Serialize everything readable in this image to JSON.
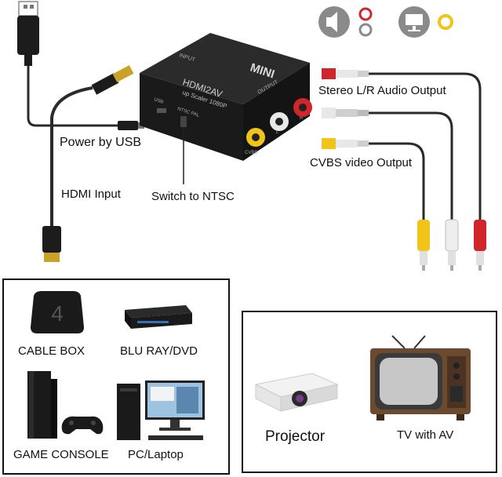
{
  "converter": {
    "brand": "MINI",
    "model": "HDMI2AV",
    "subtitle": "up Scaler 1080P",
    "input_port_label": "INPUT",
    "output_port_label": "OUTPUT",
    "power_port_label": "USB",
    "switch_label": "NTSC PAL",
    "cvbs_port_label": "CVBS",
    "l_port_label": "L",
    "r_port_label": "R"
  },
  "annotations": {
    "power": "Power by USB",
    "hdmi_input": "HDMI Input",
    "switch": "Switch to NTSC",
    "audio_output": "Stereo L/R Audio Output",
    "video_output": "CVBS video Output"
  },
  "top_icons": [
    "speaker-icon",
    "rca-red-white-icon",
    "monitor-icon",
    "rca-yellow-icon"
  ],
  "colors": {
    "red_plug": "#d0262b",
    "white_plug": "#e8e8e8",
    "yellow_plug": "#f0c419",
    "cable": "#2a2a2a",
    "device_black": "#1a1a1a"
  },
  "sources": {
    "items": [
      {
        "label": "CABLE BOX",
        "icon": "cable-box-icon"
      },
      {
        "label": "BLU RAY/DVD",
        "icon": "bluray-player-icon"
      },
      {
        "label": "GAME CONSOLE",
        "icon": "game-console-icon"
      },
      {
        "label": "PC/Laptop",
        "icon": "pc-icon"
      }
    ]
  },
  "displays": {
    "items": [
      {
        "label": "Projector",
        "icon": "projector-icon"
      },
      {
        "label": "TV with AV",
        "icon": "tv-icon"
      }
    ]
  }
}
